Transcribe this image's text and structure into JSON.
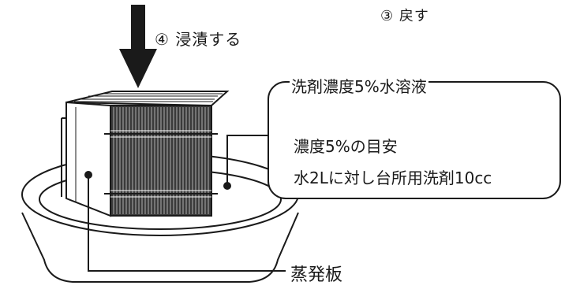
{
  "labels": {
    "step3": "③ 戻す",
    "step4": "④  浸漬する",
    "solution_title": "洗剤濃度5%水溶液",
    "concentration_title": "濃度5%の目安",
    "concentration_detail": "水2Lに対し台所用洗剤10cc",
    "part_name": "蒸発板"
  }
}
